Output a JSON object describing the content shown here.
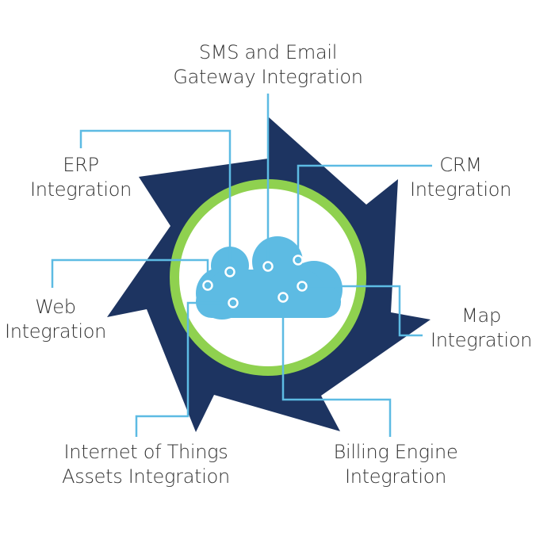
{
  "colors": {
    "star": "#1d3461",
    "ring": "#8fd14f",
    "cloud": "#5dbbe3",
    "connector": "#5dbbe3",
    "text": "#333333",
    "background": "#ffffff"
  },
  "center": {
    "icon": "cloud-icon"
  },
  "integrations": [
    {
      "id": "sms-email",
      "line1": "SMS and Email",
      "line2": "Gateway Integration"
    },
    {
      "id": "erp",
      "line1": "ERP",
      "line2": "Integration"
    },
    {
      "id": "crm",
      "line1": "CRM",
      "line2": "Integration"
    },
    {
      "id": "web",
      "line1": "Web",
      "line2": "Integration"
    },
    {
      "id": "map",
      "line1": "Map",
      "line2": "Integration"
    },
    {
      "id": "iot",
      "line1": "Internet of Things",
      "line2": "Assets Integration"
    },
    {
      "id": "billing",
      "line1": "Billing Engine",
      "line2": "Integration"
    }
  ]
}
